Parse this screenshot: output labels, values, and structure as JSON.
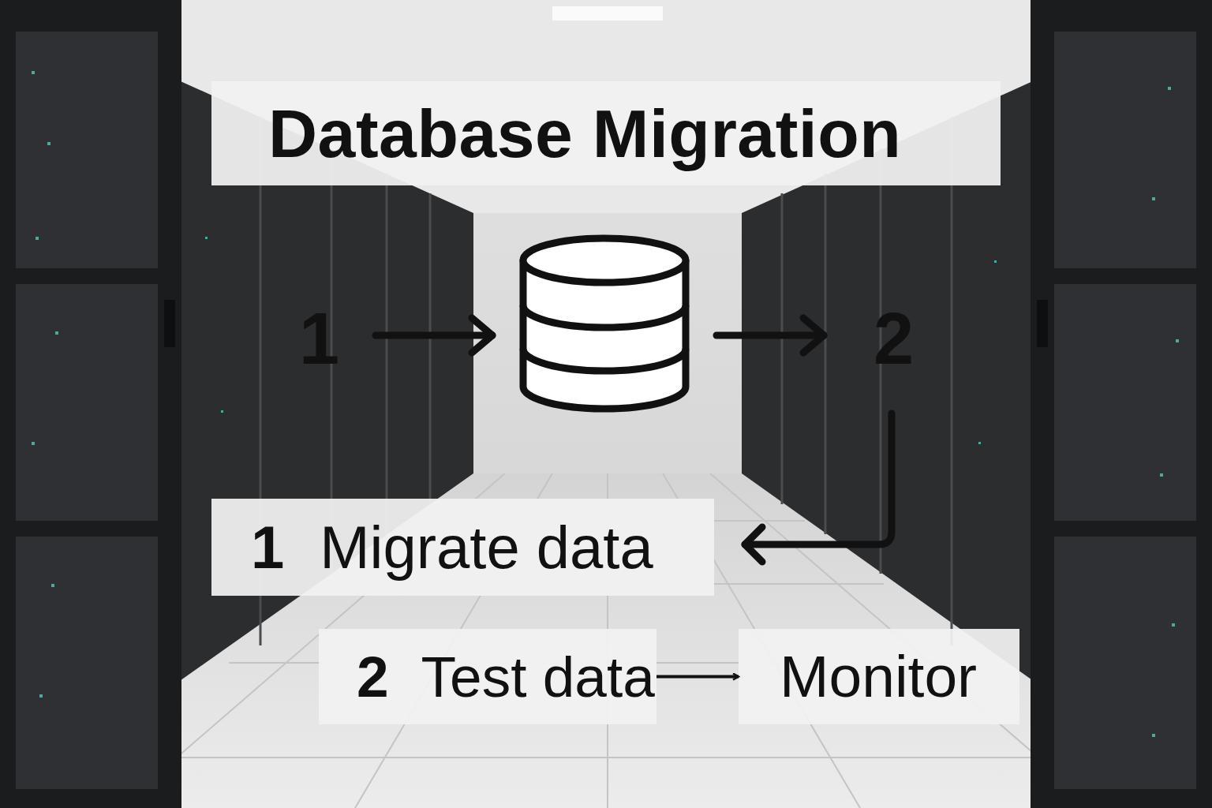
{
  "diagram": {
    "title": "Database Migration",
    "nodes": [
      {
        "text": [
          "1",
          "Migrate data"
        ]
      },
      {
        "text": [
          "2",
          "Test data"
        ]
      },
      {
        "text": [
          "Monitor"
        ]
      }
    ],
    "edges": [
      {
        "from": 1,
        "to": 2,
        "arrow": "to"
      }
    ],
    "labels": [
      "1",
      "2"
    ]
  }
}
